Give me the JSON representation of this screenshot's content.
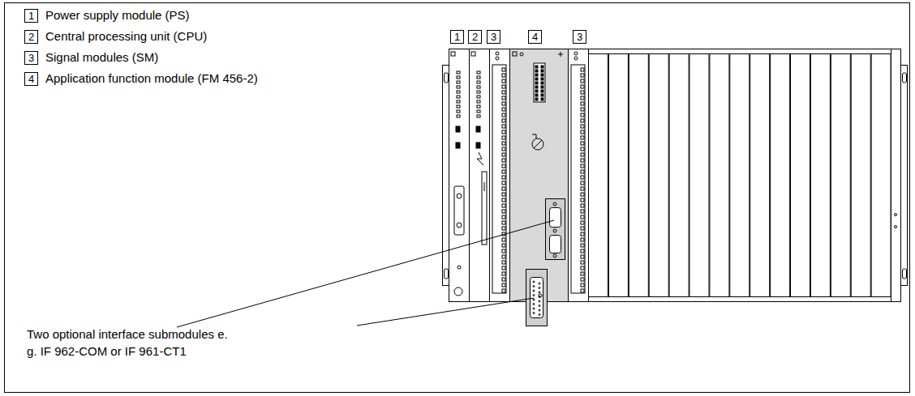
{
  "diagram": {
    "nodes": [
      {
        "text": [
          "1"
        ]
      },
      {
        "text": [
          "2"
        ]
      },
      {
        "text": [
          "3"
        ]
      },
      {
        "text": [
          "4"
        ]
      },
      {
        "text": [
          "1"
        ]
      },
      {
        "text": [
          "2"
        ]
      },
      {
        "text": [
          "3"
        ]
      },
      {
        "text": [
          "4"
        ]
      },
      {
        "text": [
          "3"
        ]
      }
    ],
    "labels": [
      "Power supply module (PS)",
      "Central processing unit (CPU)",
      "Signal modules (SM)",
      "Application function module (FM 456-2)",
      "Two optional interface submodules e. g. IF 962-COM or IF 961-CT1"
    ]
  }
}
